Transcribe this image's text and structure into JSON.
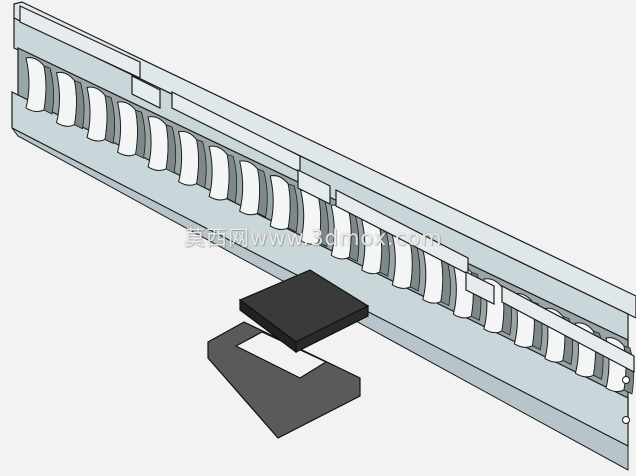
{
  "scene": {
    "subject": "isometric CAD model",
    "colors": {
      "background": "#f2f2f2",
      "rail_front": "#c9d6da",
      "rail_top": "#dfe7ea",
      "rail_edge": "#1c1c1c",
      "lens": "#f4f6f6",
      "lens_shadow": "#7e878a",
      "plate": "#3a3a3a"
    },
    "lens_count": 20
  },
  "watermark": {
    "text": "莫西网www.3dmox.com"
  }
}
